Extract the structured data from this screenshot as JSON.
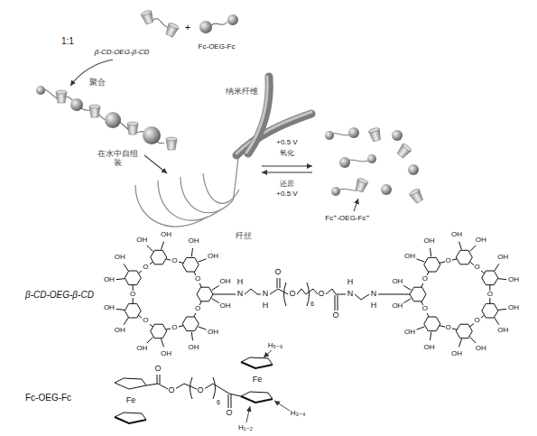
{
  "diagram": {
    "labels": [
      "1:1",
      "β-CD-OEG-β-CD",
      "Fc-OEG-Fc",
      "聚合",
      "在水中自组装",
      "纳米纤维",
      "纤丝",
      "+0.5 V",
      "氧化",
      "还原",
      "+0.5 V",
      "Fc⁺-OEG-Fc⁺",
      "β-CD-OEG-β-CD",
      "Fc-OEG-Fc",
      "Fe",
      "Fe",
      "H₅₋₉",
      "H₃₋₄",
      "H₁₋₂",
      "O",
      "O",
      "O",
      "6",
      "O",
      "H",
      "N",
      "N",
      "H",
      "O",
      "O",
      "6",
      "O",
      "O",
      "N",
      "H",
      "N",
      "H",
      "OH",
      "OH",
      "OH",
      "OH",
      "OH",
      "OH",
      "OH",
      "OH",
      "OH",
      "OH",
      "OH",
      "OH",
      "OH",
      "OH",
      "OH",
      "OH",
      "OH",
      "OH",
      "OH",
      "OH",
      "OH",
      "OH",
      "OH",
      "OH",
      "OH",
      "OH",
      "OH",
      "OH",
      "O",
      "O",
      "O",
      "O",
      "O",
      "O",
      "O",
      "O",
      "O",
      "O",
      "O",
      "O",
      "O",
      "O",
      "+"
    ]
  }
}
